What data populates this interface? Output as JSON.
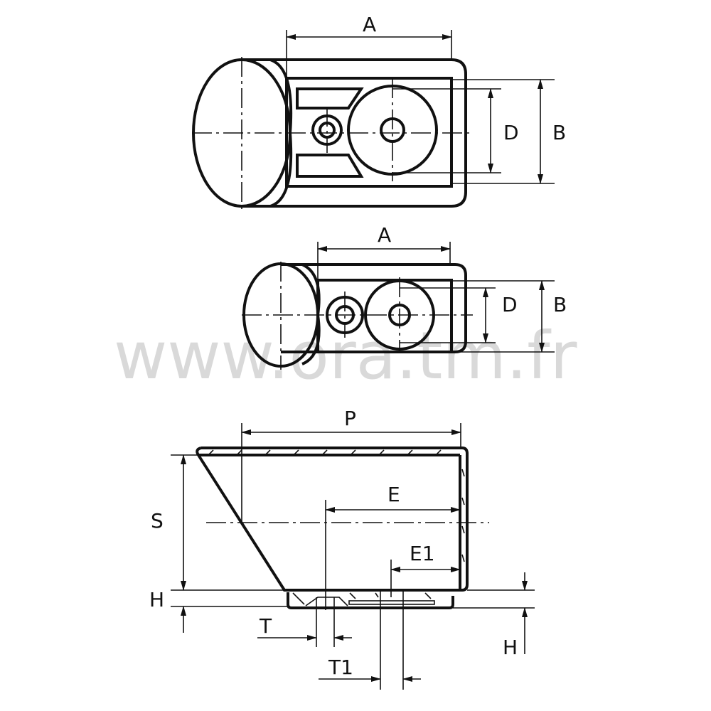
{
  "watermark": "www.ora.tm.fr",
  "top_view": {
    "width_label": "A",
    "inner_label": "D",
    "height_label": "B"
  },
  "middle_view": {
    "width_label": "A",
    "inner_label": "D",
    "height_label": "B"
  },
  "side_view": {
    "depth_label": "P",
    "height_label": "S",
    "offset_label": "E",
    "offset2_label": "E1",
    "base_label_left": "H",
    "base_label_right": "H",
    "hole_label": "T",
    "hole2_label": "T1"
  }
}
